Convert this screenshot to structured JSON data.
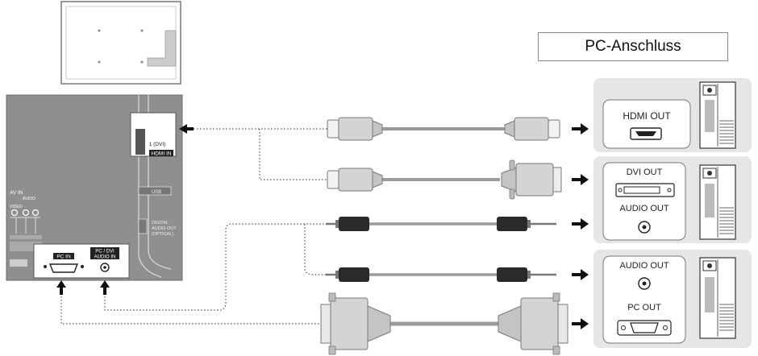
{
  "title": "PC-Anschluss",
  "tv_labels": {
    "hdmi_in_num": "1 (DVI)",
    "hdmi_in": "HDMI IN",
    "usb": "USB",
    "digital_audio_1": "DIGITAL",
    "digital_audio_2": "AUDIO OUT",
    "digital_audio_3": "(OPTICAL)",
    "av_in": "AV IN",
    "audio": "AUDIO",
    "video": "VIDEO",
    "pc_in": "PC IN",
    "pc_dvi_audio_in_1": "PC / DVI",
    "pc_dvi_audio_in_2": "AUDIO IN"
  },
  "device_labels": {
    "hdmi_out": "HDMI OUT",
    "dvi_out": "DVI OUT",
    "audio_out_1": "AUDIO OUT",
    "audio_out_2": "AUDIO OUT",
    "pc_out": "PC OUT"
  },
  "colors": {
    "tv_panel": "#8f8f8f",
    "device_panel": "#e6e6e6",
    "cable": "#9a9a9a",
    "plug": "#d4d4d4",
    "arrow": "#111111"
  }
}
